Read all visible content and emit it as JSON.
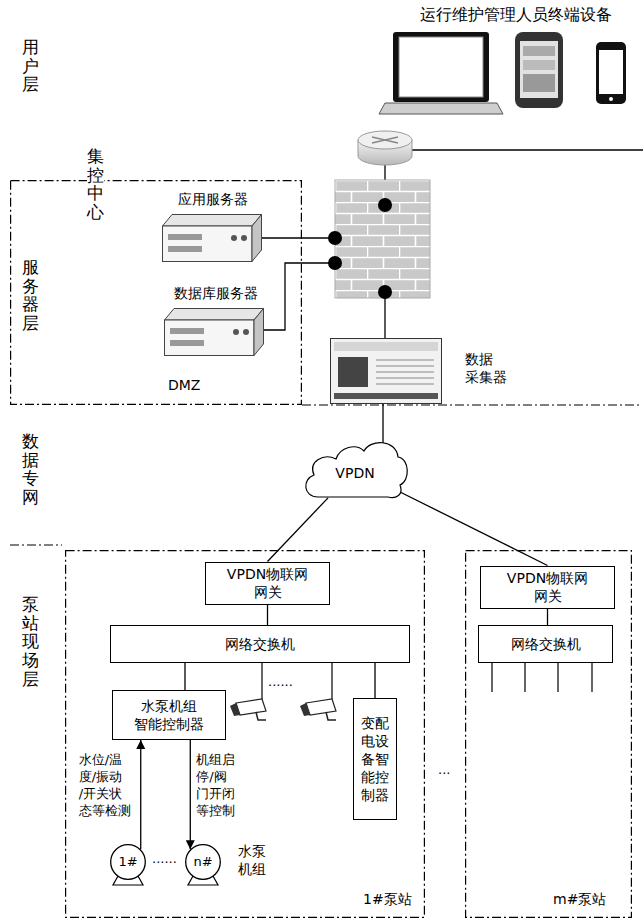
{
  "diagram": {
    "nodes": [
      {
        "text": [
          "DMZ"
        ]
      },
      {
        "text": [
          "应用服务器"
        ],
        "in": 0
      },
      {
        "text": [
          "数据库服务器"
        ],
        "in": 0
      },
      {
        "text": [
          "数据 采集器"
        ]
      },
      {
        "text": [
          "VPDN"
        ]
      },
      {
        "text": [
          "1#泵站"
        ]
      },
      {
        "text": [
          "VPDN物联网 网关"
        ],
        "in": 5
      },
      {
        "text": [
          "网络交换机"
        ],
        "in": 5
      },
      {
        "text": [
          "水泵机组 智能控制器"
        ],
        "in": 5
      },
      {
        "text": [
          "变配 电设 备智 能控 制器"
        ],
        "in": 5
      },
      {
        "text": [
          "1#"
        ],
        "in": 5
      },
      {
        "text": [
          "n#"
        ],
        "in": 5
      },
      {
        "text": [
          "m#泵站"
        ]
      },
      {
        "text": [
          "VPDN物联网 网关"
        ],
        "in": 12
      },
      {
        "text": [
          "网络交换机"
        ],
        "in": 12
      }
    ],
    "edges": [
      {
        "from": 3,
        "to": 4,
        "arrow": "none"
      },
      {
        "from": 4,
        "to": 6,
        "arrow": "none"
      },
      {
        "from": 4,
        "to": 13,
        "arrow": "none"
      },
      {
        "from": 6,
        "to": 7,
        "arrow": "none"
      },
      {
        "from": 13,
        "to": 14,
        "arrow": "none"
      },
      {
        "from": 7,
        "to": 8,
        "arrow": "none"
      },
      {
        "from": 7,
        "to": 9,
        "arrow": "none"
      },
      {
        "from": 10,
        "to": 8,
        "label": "水位/温 度/振动 /开关状 态等检测",
        "arrow": "to"
      },
      {
        "from": 8,
        "to": 11,
        "label": "机组启 停/阀 门开闭 等控制",
        "arrow": "to"
      }
    ],
    "labels": [
      "运行维护管理人员终端设备",
      "用户层",
      "集控中心",
      "服务器层",
      "数据专网",
      "泵站现场层",
      "......",
      "......",
      "水泵 机组",
      "..."
    ]
  }
}
